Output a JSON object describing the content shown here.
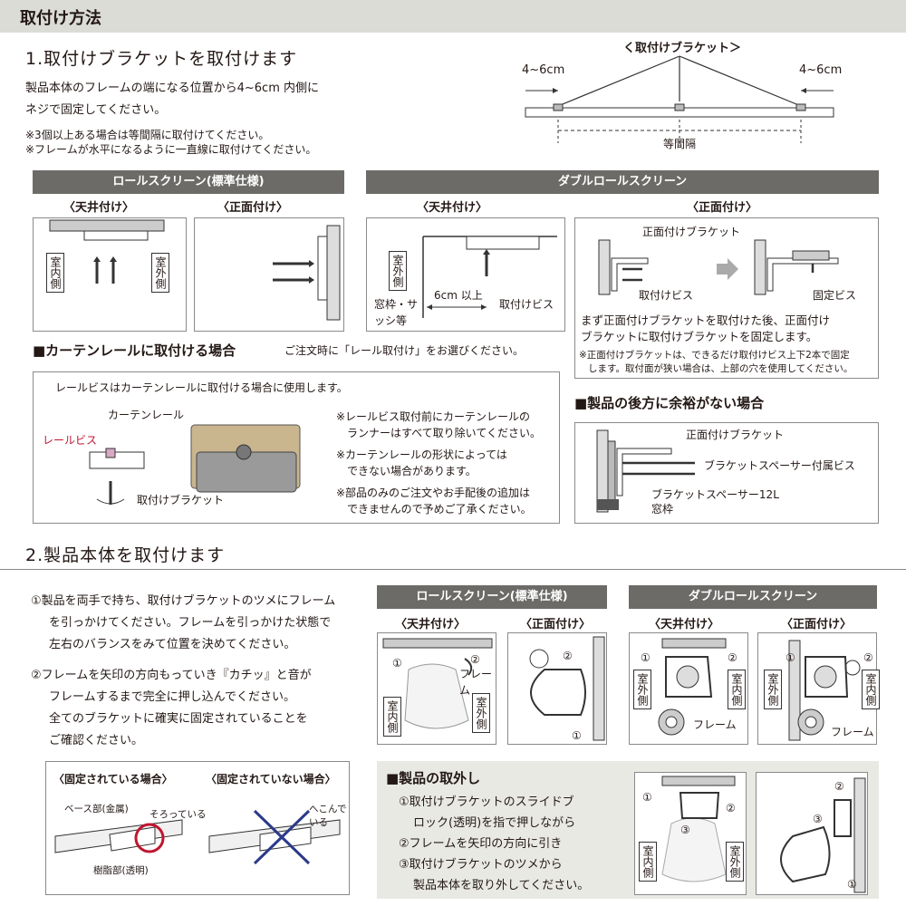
{
  "header": {
    "title": "取付け方法"
  },
  "step1": {
    "title": "1.取付けブラケットを取付けます",
    "desc1": "製品本体のフレームの端になる位置から4~6cm 内側に",
    "desc2": "ネジで固定してください。",
    "note1": "※3個以上ある場合は等間隔に取付けてください。",
    "note2": "※フレームが水平になるように一直線に取付けてください。"
  },
  "diagram_top": {
    "title": "く取付けブラケット＞",
    "left_dist": "4~6cm",
    "right_dist": "4~6cm",
    "spacing": "等間隔"
  },
  "roll": {
    "bar": "ロールスクリーン(標準仕様)",
    "ceiling": "〈天井付け〉",
    "front": "〈正面付け〉",
    "inside": "室内側",
    "outside": "室外側"
  },
  "double": {
    "bar": "ダブルロールスクリーン",
    "ceiling": "〈天井付け〉",
    "front": "〈正面付け〉",
    "outside": "室外側",
    "sash": "窓枠・サッシ等",
    "min": "6cm 以上",
    "screw": "取付けビス",
    "front_bracket": "正面付けブラケット",
    "front_screw": "取付けビス",
    "fix_screw": "固定ビス",
    "note_main1": "まず正面付けブラケットを取付けた後、正面付け",
    "note_main2": "ブラケットに取付けブラケットを固定します。",
    "note_small1": "※正面付けブラケットは、できるだけ取付けビス上下2本で固定",
    "note_small2": "します。取付面が狭い場合は、上部の穴を使用してください。"
  },
  "rail": {
    "heading": "■カーテンレールに取付ける場合",
    "heading_note": "ご注文時に「レール取付け」をお選びください。",
    "intro": "レールビスはカーテンレールに取付ける場合に使用します。",
    "curtain_rail": "カーテンレール",
    "rail_screw": "レールビス",
    "bracket": "取付けブラケット",
    "n1a": "※レールビス取付前にカーテンレールの",
    "n1b": "ランナーはすべて取り除いてください。",
    "n2a": "※カーテンレールの形状によっては",
    "n2b": "できない場合があります。",
    "n3a": "※部品のみのご注文やお手配後の追加は",
    "n3b": "できませんので予めご了承ください。"
  },
  "nospace": {
    "heading": "■製品の後方に余裕がない場合",
    "front_bracket": "正面付けブラケット",
    "spacer_screw": "ブラケットスペーサー付属ビス",
    "spacer": "ブラケットスペーサー12L",
    "window": "窓枠"
  },
  "step2": {
    "title": "2.製品本体を取付けます",
    "p1a": "①製品を両手で持ち、取付けブラケットのツメにフレーム",
    "p1b": "を引っかけてください。フレームを引っかけた状態で",
    "p1c": "左右のバランスをみて位置を決めてください。",
    "p2a": "②フレームを矢印の方向もっていき『カチッ』と音が",
    "p2b": "フレームするまで完全に押し込んでください。",
    "p2c": "全てのブラケットに確実に固定されていることを",
    "p2d": "ご確認ください。",
    "roll_bar": "ロールスクリーン(標準仕様)",
    "double_bar": "ダブルロールスクリーン",
    "ceiling": "〈天井付け〉",
    "front": "〈正面付け〉",
    "frame": "フレーム",
    "inside": "室内側",
    "outside": "室外側",
    "n1": "①",
    "n2": "②"
  },
  "fix": {
    "fixed": "〈固定されている場合〉",
    "not_fixed": "〈固定されていない場合〉",
    "base": "ベース部(金属)",
    "aligned": "そろっている",
    "resin": "樹脂部(透明)",
    "dented": "へこんでいる"
  },
  "removal": {
    "heading": "■製品の取外し",
    "s1a": "①取付けブラケットのスライドブ",
    "s1b": "ロック(透明)を指で押しながら",
    "s2": "②フレームを矢印の方向に引き",
    "s3a": "③取付けブラケットのツメから",
    "s3b": "製品本体を取り外してください。",
    "inside": "室内側",
    "outside": "室外側",
    "n1": "①",
    "n2": "②",
    "n3": "③"
  },
  "colors": {
    "bar": "#6c6b68",
    "header": "#dcdcd7",
    "panel": "#e9e9e4",
    "accent_red": "#c0152f",
    "cross": "#2b3a8a"
  }
}
